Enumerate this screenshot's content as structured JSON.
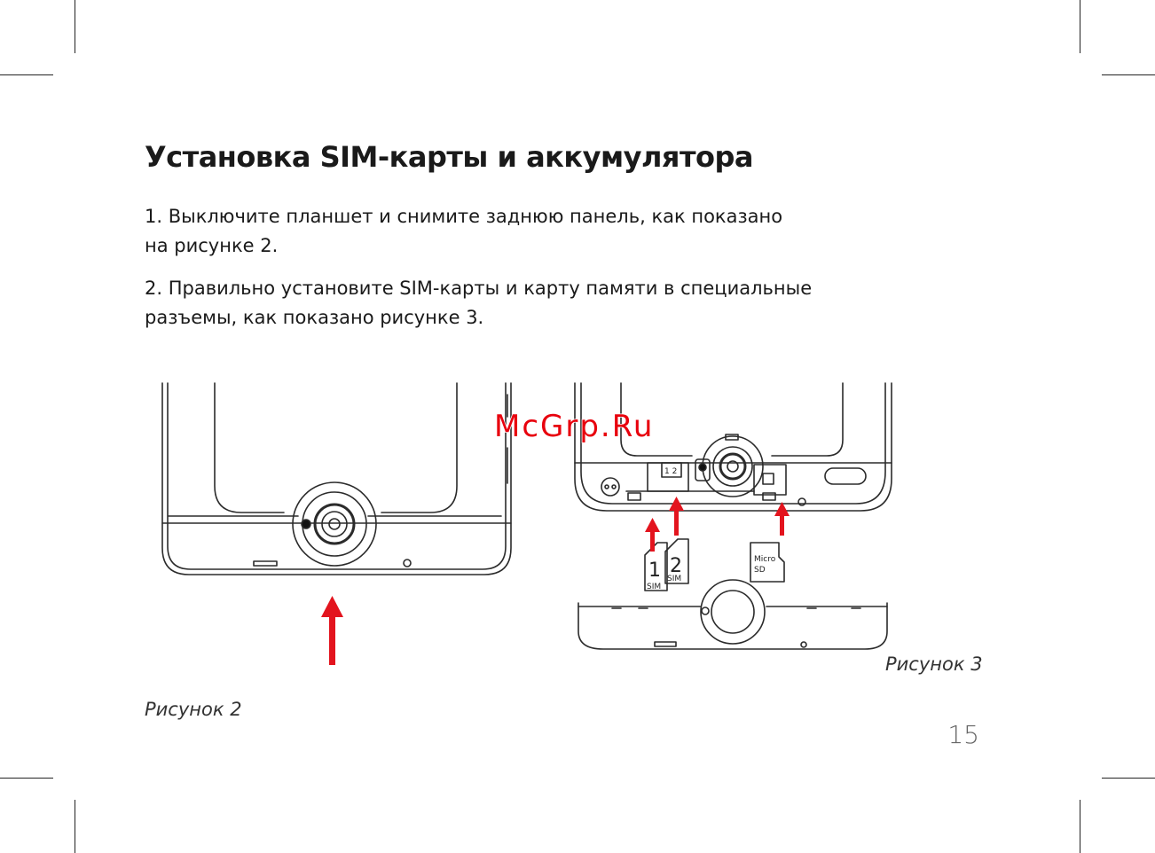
{
  "heading": "Установка SIM-карты и аккумулятора",
  "steps": {
    "step1_line1": "1. Выключите планшет и снимите заднюю панель, как показано",
    "step1_line2": "на рисунке 2.",
    "step2_line1": "2. Правильно установите SIM-карты и карту памяти в специальные",
    "step2_line2": "разъемы, как показано рисунке 3."
  },
  "figures": {
    "figure2_caption": "Рисунок 2",
    "figure3_caption": "Рисунок 3",
    "sim1_number": "1",
    "sim1_label": "SIM",
    "sim2_number": "2",
    "sim2_label": "SIM",
    "microsd_line1": "Micro",
    "microsd_line2": "SD",
    "slot_mark": "1 2"
  },
  "watermark": "McGrp.Ru",
  "page_number": "15",
  "colors": {
    "arrow": "#e3141e",
    "line": "#2b2b2b",
    "watermark": "#e8000d"
  }
}
